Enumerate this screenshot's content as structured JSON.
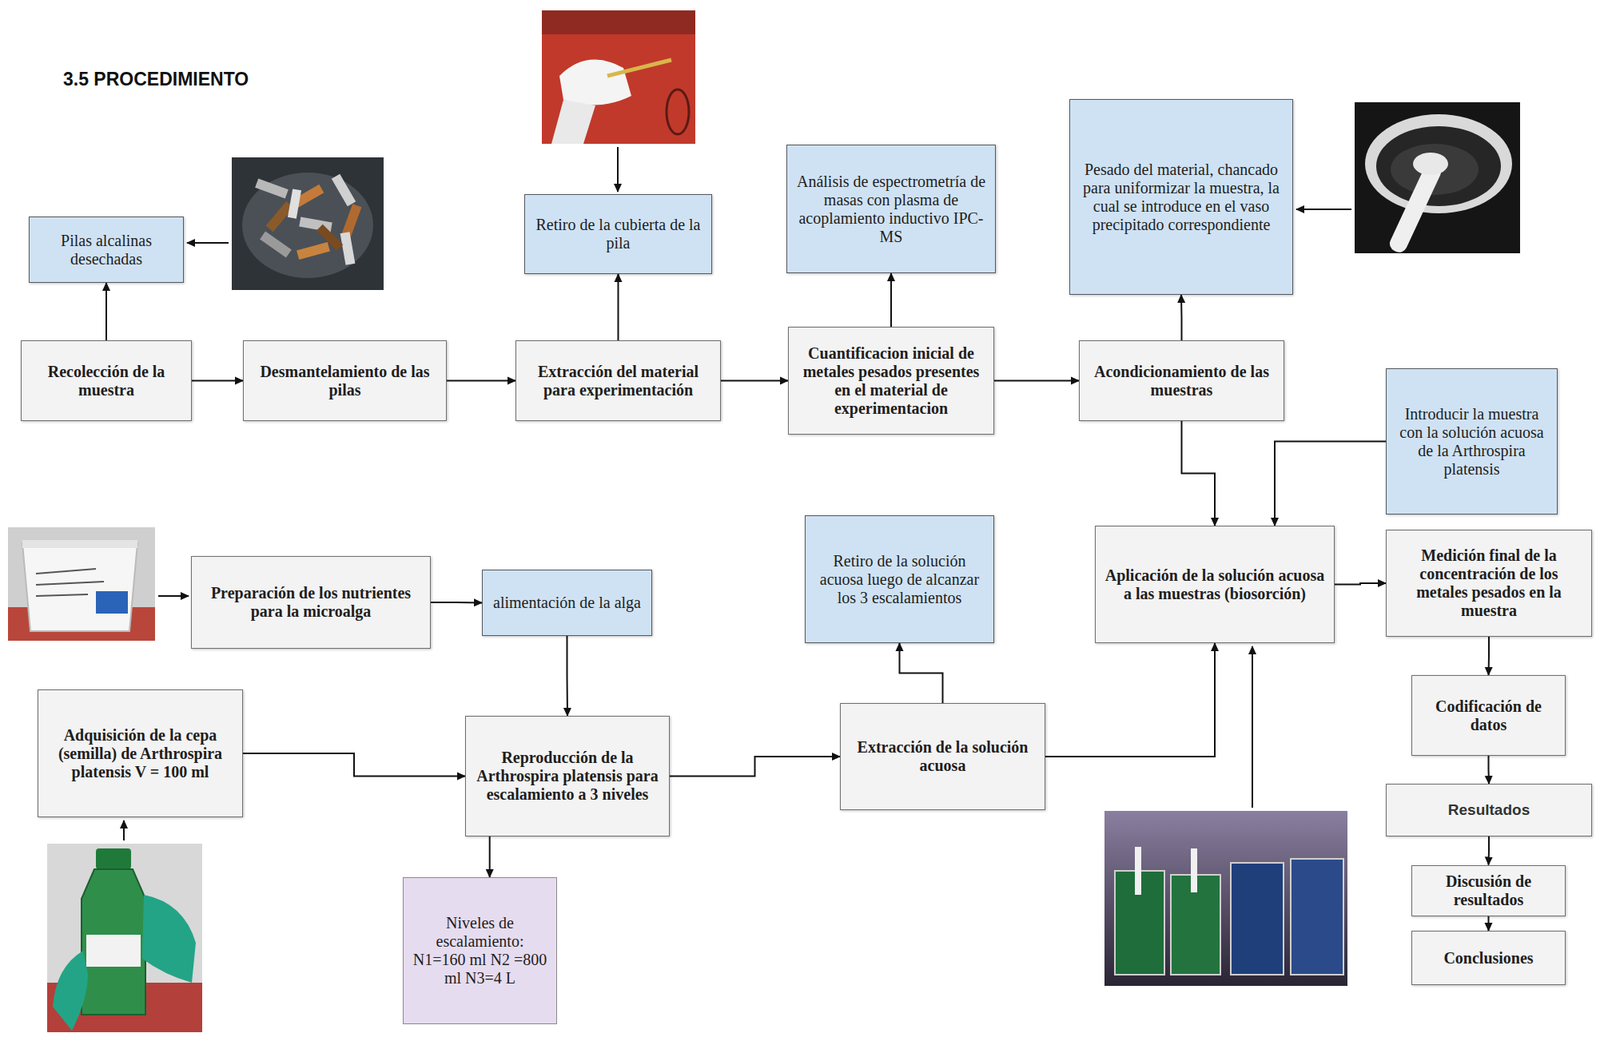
{
  "diagram": {
    "title": "3.5 PROCEDIMIENTO",
    "nodes": [
      {
        "text": [
          "Pilas alcalinas desechadas"
        ]
      },
      {
        "text": [
          "Recolección de la muestra"
        ]
      },
      {
        "text": [
          "Desmantelamiento de las pilas"
        ]
      },
      {
        "text": [
          "Retiro de la cubierta de la pila"
        ]
      },
      {
        "text": [
          "Extracción del material para experimentación"
        ]
      },
      {
        "text": [
          "Análisis de espectrometría de masas con plasma de acoplamiento inductivo IPC-MS"
        ]
      },
      {
        "text": [
          "Cuantificacion inicial de metales pesados presentes en el material de experimentacion"
        ]
      },
      {
        "text": [
          "Pesado del material, chancado para uniformizar la muestra, la cual se introduce en el vaso precipitado correspondiente"
        ]
      },
      {
        "text": [
          "Acondicionamiento de las muestras"
        ]
      },
      {
        "text": [
          "Introducir la muestra con la solución acuosa de la Arthrospira platensis"
        ]
      },
      {
        "text": [
          "Preparación de los nutrientes para la microalga"
        ]
      },
      {
        "text": [
          "alimentación de la alga"
        ]
      },
      {
        "text": [
          "Retiro de la solución acuosa luego de alcanzar los 3 escalamientos"
        ]
      },
      {
        "text": [
          "Aplicación de la solución acuosa a las muestras (biosorción)"
        ]
      },
      {
        "text": [
          "Medición final de la concentración de los metales pesados en la muestra"
        ]
      },
      {
        "text": [
          "Adquisición de la cepa (semilla) de Arthrospira platensis V = 100 ml"
        ]
      },
      {
        "text": [
          "Reproducción de la Arthrospira platensis para escalamiento a 3 niveles"
        ]
      },
      {
        "text": [
          "Extracción de la solución acuosa"
        ]
      },
      {
        "text": [
          "Codificación de datos"
        ]
      },
      {
        "text": [
          "Resultados"
        ]
      },
      {
        "text": [
          "Discusión de resultados"
        ]
      },
      {
        "text": [
          "Conclusiones"
        ]
      },
      {
        "text": [
          "Niveles de escalamiento: N1=160 ml N2 =800 ml N3=4 L"
        ]
      }
    ],
    "edges": [
      {
        "from": 1,
        "to": 0,
        "arrow": "to"
      },
      {
        "from": 1,
        "to": 2,
        "arrow": "to"
      },
      {
        "from": 2,
        "to": 4,
        "arrow": "to"
      },
      {
        "from": 4,
        "to": 3,
        "arrow": "to"
      },
      {
        "from": 4,
        "to": 6,
        "arrow": "to"
      },
      {
        "from": 6,
        "to": 5,
        "arrow": "to"
      },
      {
        "from": 6,
        "to": 8,
        "arrow": "to"
      },
      {
        "from": 8,
        "to": 7,
        "arrow": "to"
      },
      {
        "from": 8,
        "to": 13,
        "arrow": "to"
      },
      {
        "from": 9,
        "to": 13,
        "arrow": "to"
      },
      {
        "from": 10,
        "to": 11,
        "arrow": "to"
      },
      {
        "from": 11,
        "to": 16,
        "arrow": "to"
      },
      {
        "from": 15,
        "to": 16,
        "arrow": "to"
      },
      {
        "from": 16,
        "to": 22,
        "arrow": "to"
      },
      {
        "from": 16,
        "to": 17,
        "arrow": "to"
      },
      {
        "from": 17,
        "to": 12,
        "arrow": "to"
      },
      {
        "from": 17,
        "to": 13,
        "arrow": "to"
      },
      {
        "from": 13,
        "to": 14,
        "arrow": "to"
      },
      {
        "from": 14,
        "to": 18,
        "arrow": "to"
      },
      {
        "from": 18,
        "to": 19,
        "arrow": "to"
      },
      {
        "from": 19,
        "to": 20,
        "arrow": "to"
      },
      {
        "from": 20,
        "to": 21,
        "arrow": "to"
      }
    ]
  }
}
